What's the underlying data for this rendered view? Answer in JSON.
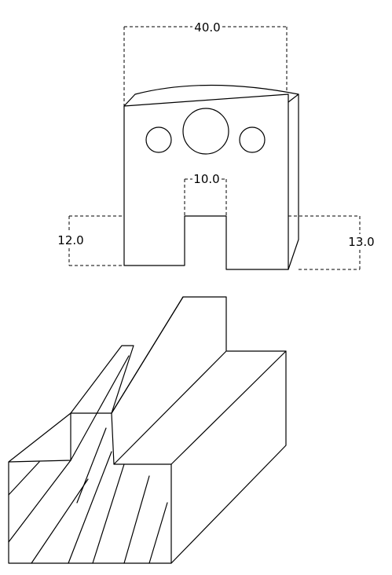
{
  "dimensions": {
    "width_label": "40.0",
    "slot_width_label": "10.0",
    "left_height_label": "12.0",
    "right_height_label": "13.0"
  },
  "colors": {
    "stroke": "#000000",
    "background": "#ffffff"
  }
}
